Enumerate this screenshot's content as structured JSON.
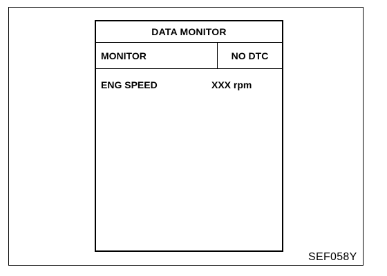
{
  "screen": {
    "title": "DATA MONITOR",
    "header": {
      "left": "MONITOR",
      "right": "NO DTC"
    },
    "rows": [
      {
        "label": "ENG SPEED",
        "value": "XXX rpm"
      }
    ]
  },
  "figure_code": "SEF058Y"
}
